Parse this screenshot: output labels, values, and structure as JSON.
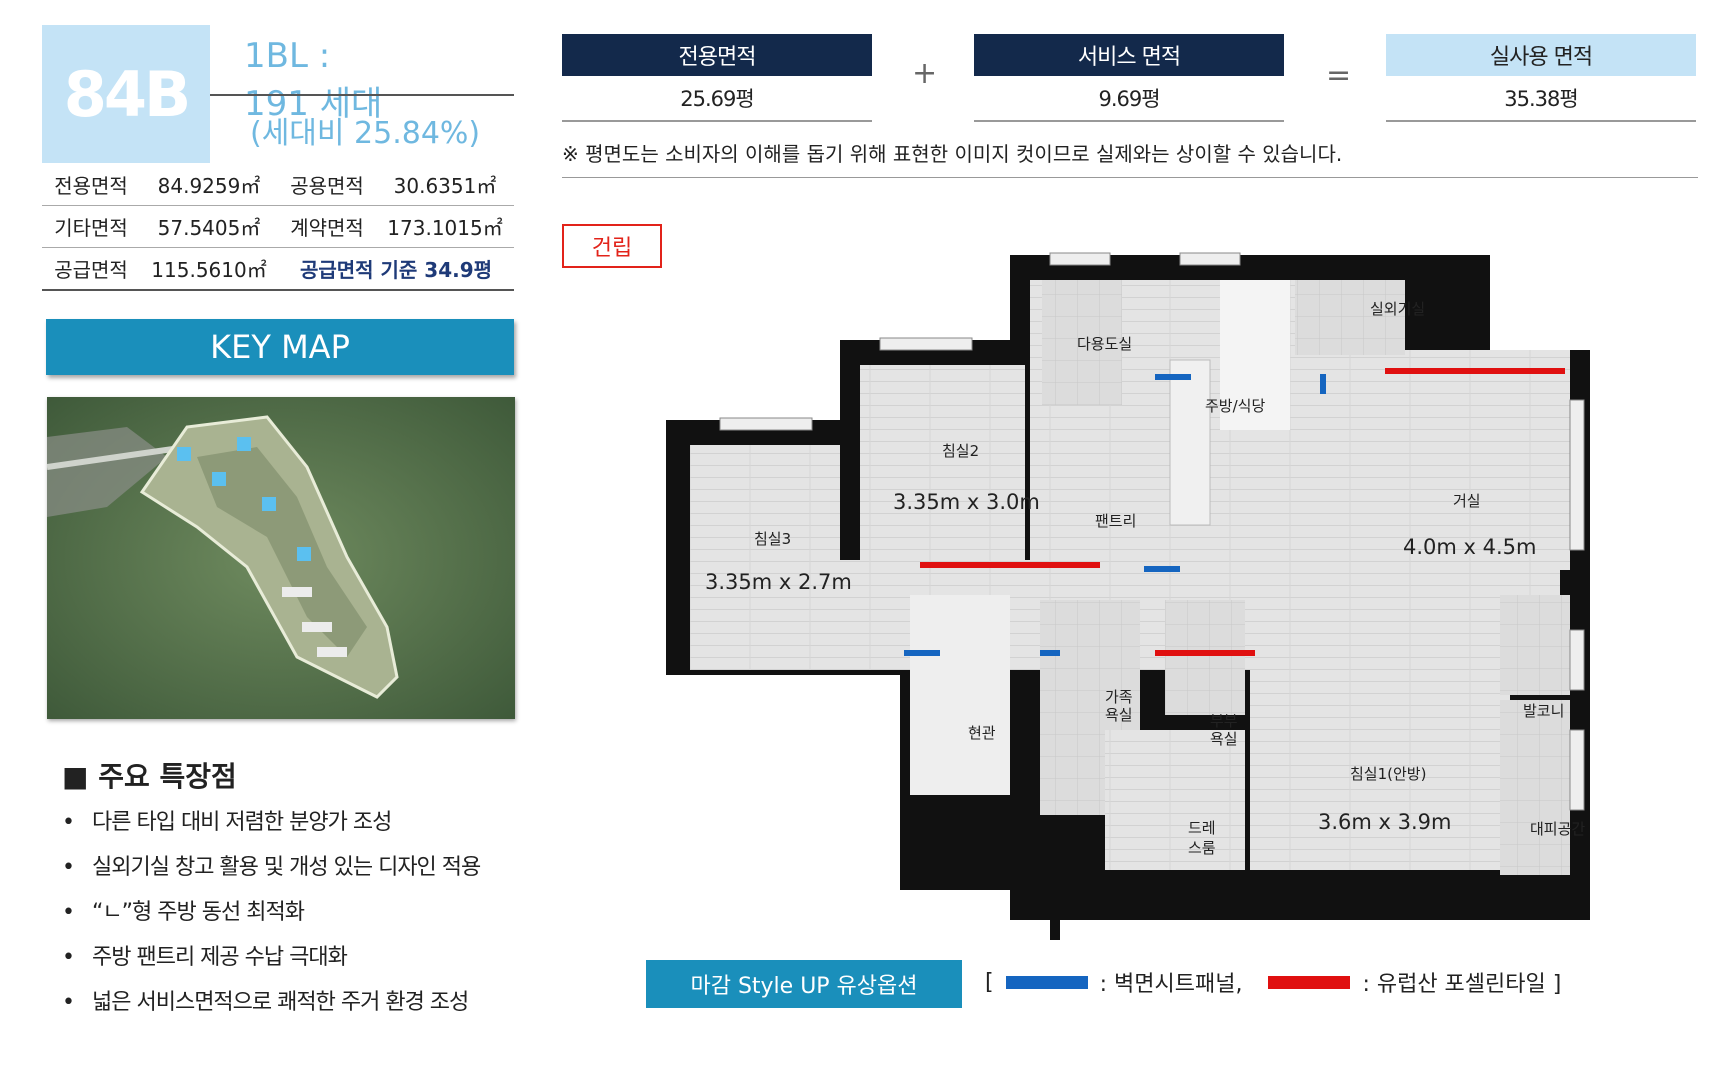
{
  "unit": {
    "type": "84B",
    "block": "1BL :",
    "households": "191 세대",
    "ratio": "(세대비 25.84%)"
  },
  "areas": {
    "rows": [
      {
        "k1": "전용면적",
        "v1": "84.9259㎡",
        "k2": "공용면적",
        "v2": "30.6351㎡"
      },
      {
        "k1": "기타면적",
        "v1": "57.5405㎡",
        "k2": "계약면적",
        "v2": "173.1015㎡"
      },
      {
        "k1": "공급면적",
        "v1": "115.5610㎡",
        "note": "공급면적 기준 34.9평"
      }
    ]
  },
  "keymap": {
    "label": "KEY MAP"
  },
  "features": {
    "title": "■ 주요 특장점",
    "items": [
      "다른 타입 대비 저렴한 분양가 조성",
      "실외기실 창고 활용 및 개성 있는 디자인 적용",
      "“ㄴ”형 주방 동선 최적화",
      "주방 팬트리 제공 수납 극대화",
      "넓은 서비스면적으로 쾌적한 주거 환경 조성"
    ]
  },
  "summary": {
    "exclusive": {
      "label": "전용면적",
      "value": "25.69평"
    },
    "plus": "+",
    "service": {
      "label": "서비스 면적",
      "value": "9.69평"
    },
    "equals": "=",
    "actual": {
      "label": "실사용 면적",
      "value": "35.38평"
    },
    "notice": "※ 평면도는 소비자의 이해를 돕기 위해 표현한 이미지 컷이므로 실제와는 상이할 수 있습니다."
  },
  "badge": "건립",
  "plan": {
    "rooms": {
      "multi_bath": "다용도실",
      "outdoor_unit": "실외기실",
      "kitchen": "주방/식당",
      "bed2": "침실2",
      "bed2_dim": "3.35m x 3.0m",
      "pantry": "팬트리",
      "living": "거실",
      "living_dim": "4.0m x 4.5m",
      "bed3": "침실3",
      "bed3_dim": "3.35m x 2.7m",
      "entrance": "현관",
      "family_bath_1": "가족",
      "family_bath_2": "욕실",
      "couple_bath_1": "부부",
      "couple_bath_2": "욕실",
      "balcony": "발코니",
      "bed1": "침실1(안방)",
      "bed1_dim": "3.6m x 3.9m",
      "dress_1": "드레",
      "dress_2": "스룸",
      "evac": "대피공간"
    }
  },
  "legend": {
    "option_label": "마감 Style UP 유상옵션",
    "open": "[",
    "blue_label": ": 벽면시트패널,",
    "red_label": ": 유럽산 포셀린타일 ]",
    "blue_color": "#1565c0",
    "red_color": "#e01010"
  }
}
